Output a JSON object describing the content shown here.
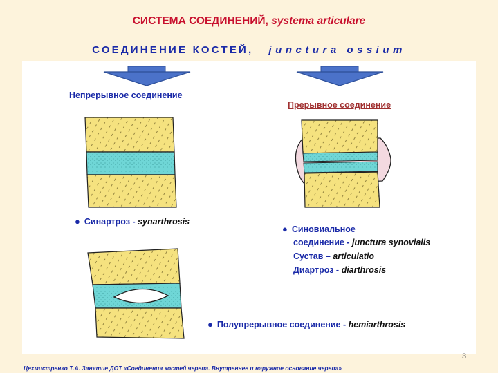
{
  "title": {
    "ru": "СИСТЕМА СОЕДИНЕНИЙ, ",
    "latin": "systema articulare"
  },
  "subtitle": {
    "ru": "СОЕДИНЕНИЕ КОСТЕЙ,   ",
    "latin": "junctura ossium"
  },
  "headers": {
    "continuous": "Непрерывное  соединение",
    "discontinuous": "Прерывное соединение"
  },
  "labels": {
    "synarthrosis": {
      "ru": "Синартроз - ",
      "latin": "synarthrosis"
    },
    "synovial_1": {
      "ru": "Синовиальное"
    },
    "synovial_2": {
      "ru": "соединение - ",
      "latin": "junctura synovialis"
    },
    "joint": {
      "ru": "Сустав – ",
      "latin": "articulatio"
    },
    "diarthrosis": {
      "ru": "Диартроз - ",
      "latin": "diarthrosis"
    },
    "hemiarthrosis": {
      "ru": "Полупрерывное  соединение - ",
      "latin": "hemiarthrosis"
    }
  },
  "footer": "Цехмистренко Т.А. Занятие ДОТ «Соединения костей черепа. Внутреннее и наружное основание черепа»",
  "page_number": "3",
  "colors": {
    "bone": "#f5e27f",
    "cartilage": "#6fd6d6",
    "capsule": "#f3d9e0",
    "arrow": "#4b72c9",
    "title": "#c8102e",
    "blue": "#1a2aa8"
  }
}
